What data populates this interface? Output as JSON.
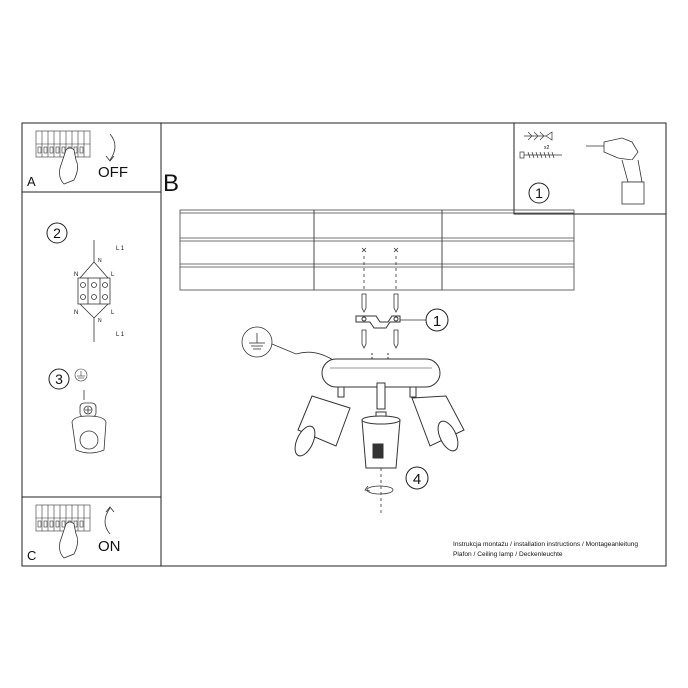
{
  "panels": {
    "a": {
      "letter": "A",
      "label": "OFF"
    },
    "b": {
      "letter": "B"
    },
    "c": {
      "letter": "C",
      "label": "ON"
    }
  },
  "steps": {
    "tools": "1",
    "bracket": "1",
    "wiring": "2",
    "ground": "3",
    "rotate": "4"
  },
  "wiring_labels": {
    "l1_top": "L 1",
    "l1_bottom": "L 1",
    "n_left_top": "N",
    "n_left_bottom": "N",
    "l_right_top": "L",
    "l_right_bottom": "L",
    "n_inner_top": "N",
    "n_inner_bottom": "N"
  },
  "tools": {
    "screw_count": "x2"
  },
  "footer": {
    "line1": "Instrukcja montażu / installation instructions / Montageanleitung",
    "line2": "Plafon / Ceiling lamp / Deckenleuchte"
  }
}
